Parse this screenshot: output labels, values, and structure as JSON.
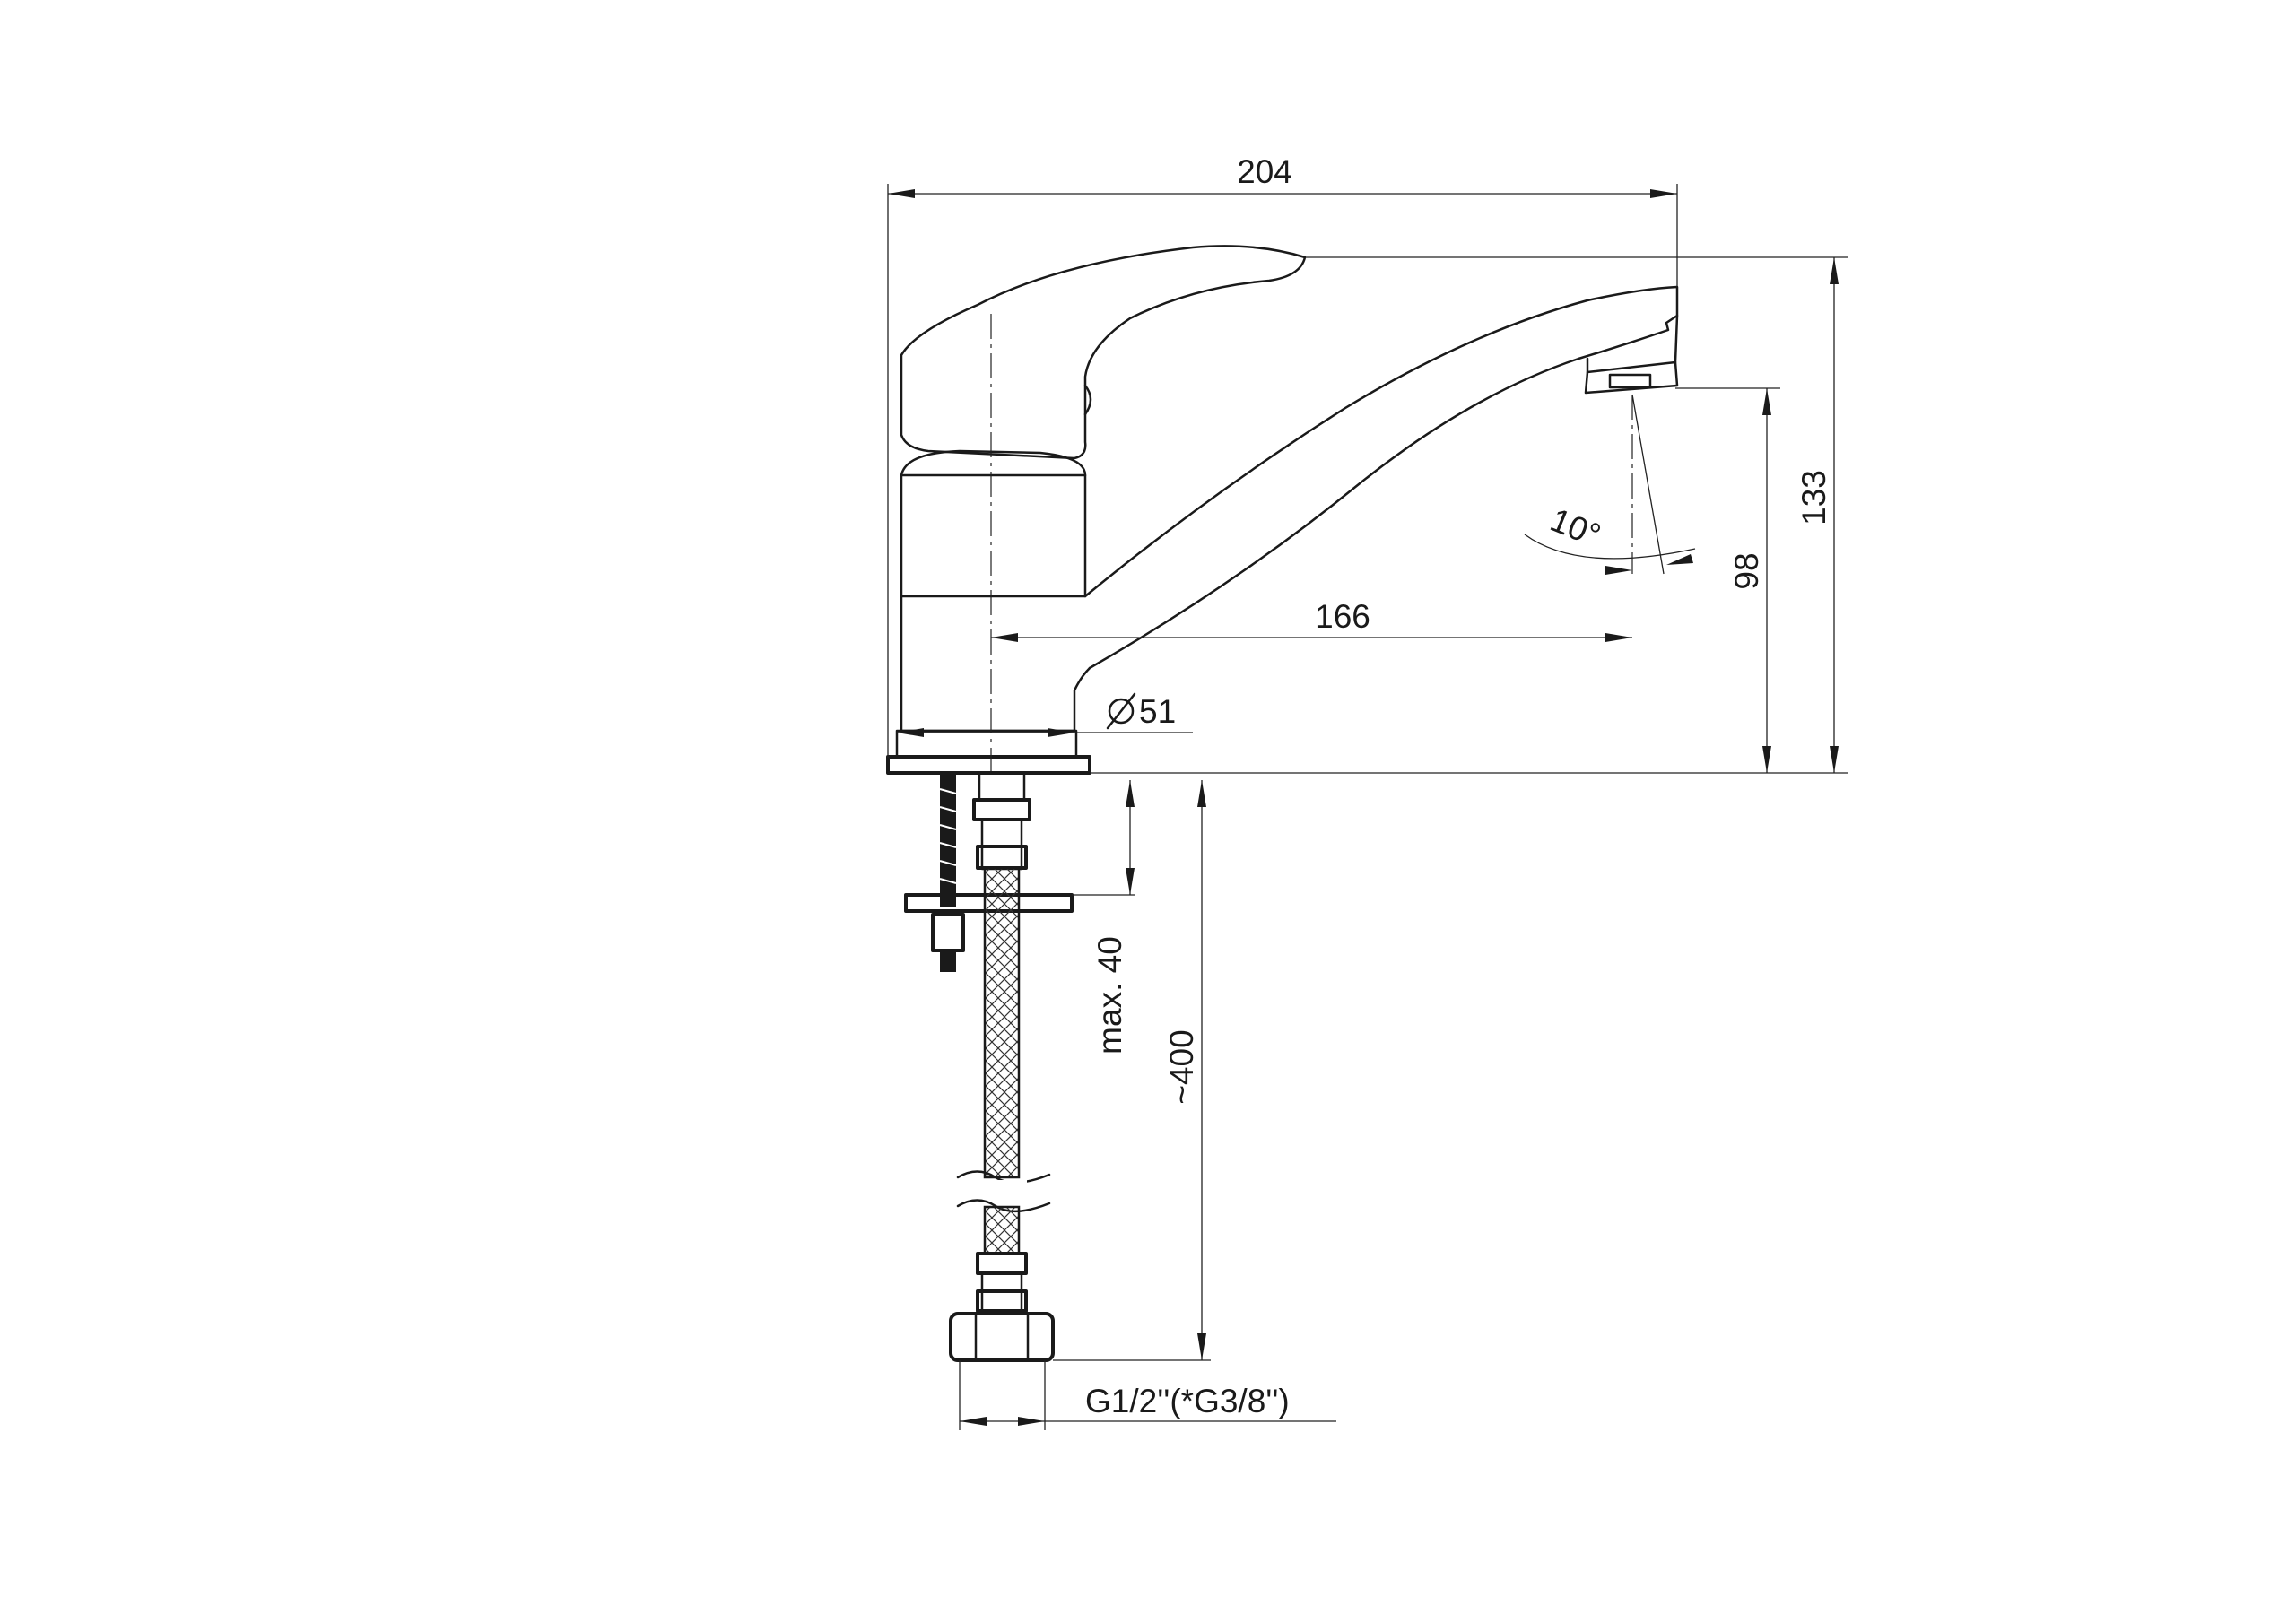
{
  "drawing": {
    "dimensions": {
      "overall_width": "204",
      "overall_height": "133",
      "spout_reach": "166",
      "outlet_height": "98",
      "spout_angle": "10°",
      "base_diameter": "51",
      "max_mount_thickness": "max. 40",
      "hose_length": "~400",
      "connection_thread": "G1/2''(*G3/8'')"
    }
  }
}
